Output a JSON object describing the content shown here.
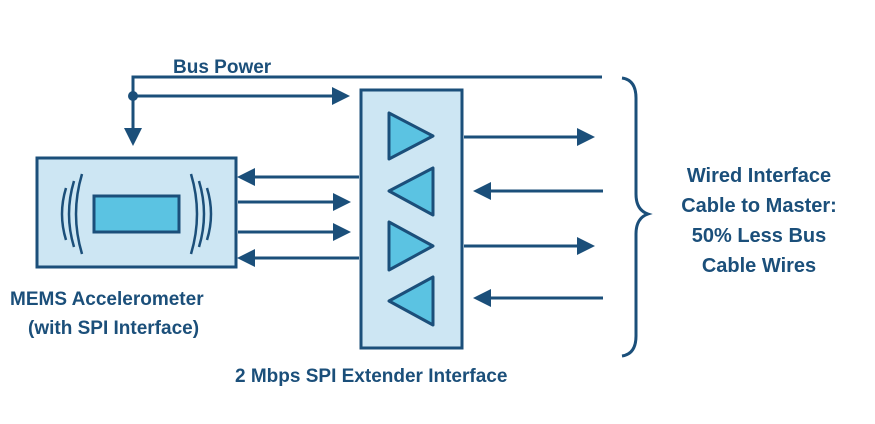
{
  "labels": {
    "bus_power": "Bus Power",
    "mems_line1": "MEMS Accelerometer",
    "mems_line2": "(with SPI Interface)",
    "extender": "2 Mbps SPI Extender Interface",
    "cable_line1": "Wired Interface",
    "cable_line2": "Cable to Master:",
    "cable_line3": "50% Less Bus",
    "cable_line4": "Cable Wires"
  },
  "colors": {
    "line": "#1b4f7a",
    "block_fill": "#cde6f3",
    "accent_fill": "#5bc3e2",
    "text": "#1b4f7a"
  }
}
